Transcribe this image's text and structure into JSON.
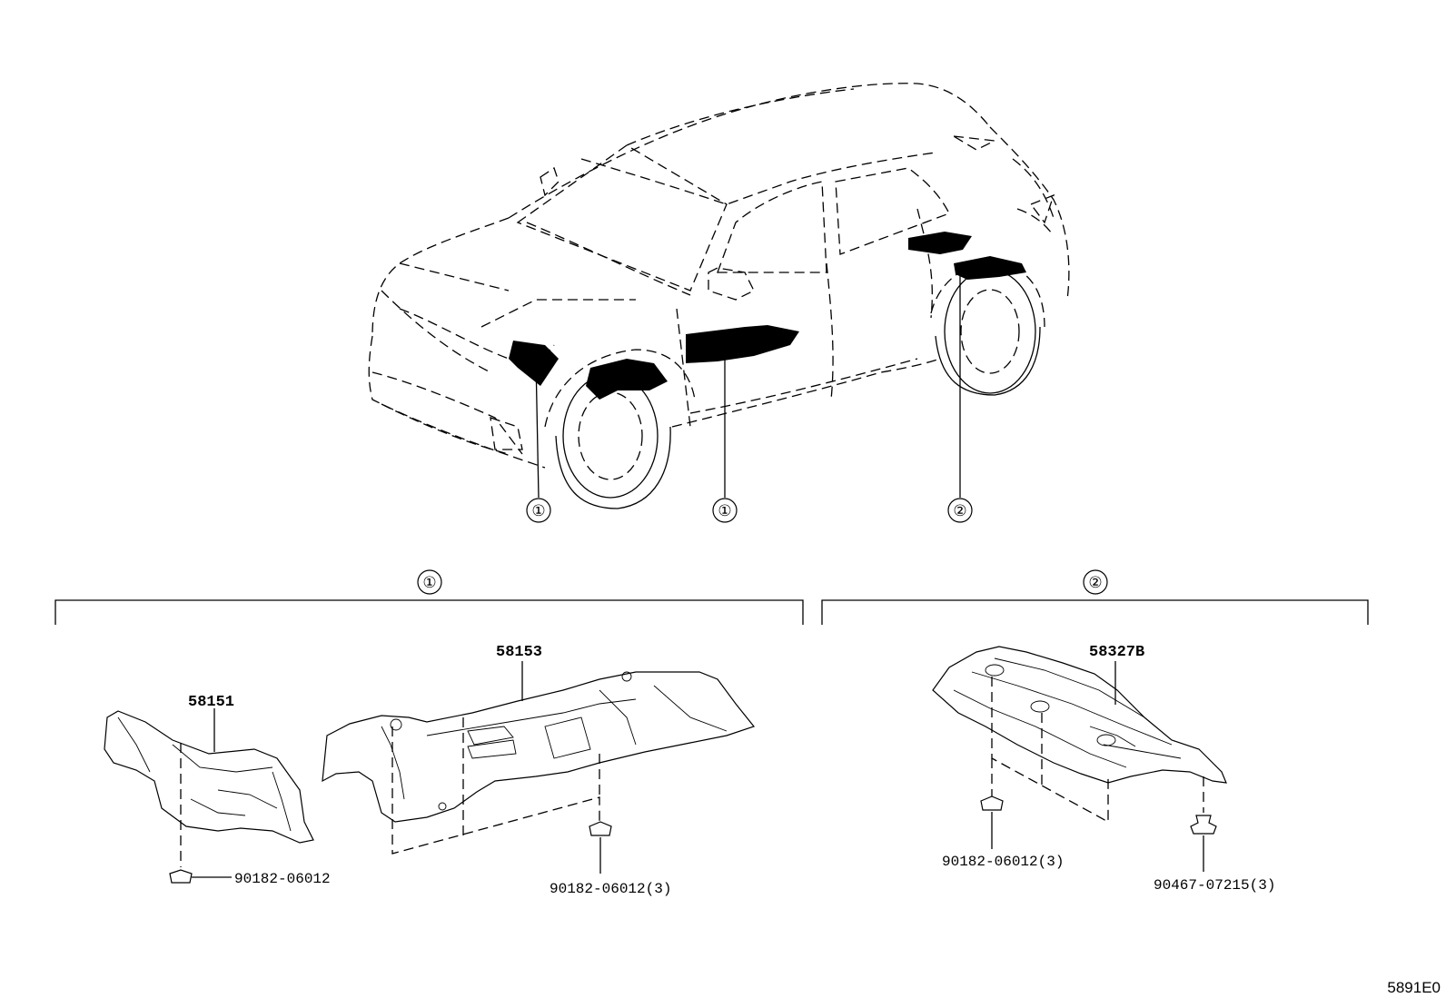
{
  "diagram_id": "5891E0",
  "callouts": {
    "group1": "①",
    "group2": "②"
  },
  "vehicle": {
    "markers": [
      "①",
      "①",
      "②"
    ]
  },
  "group1": {
    "parts": [
      {
        "part_no": "58151",
        "fastener": "90182-06012"
      },
      {
        "part_no": "58153",
        "fastener": "90182-06012(3)"
      }
    ]
  },
  "group2": {
    "parts": [
      {
        "part_no": "58327B",
        "fasteners": [
          "90182-06012(3)",
          "90467-07215(3)"
        ]
      }
    ]
  }
}
